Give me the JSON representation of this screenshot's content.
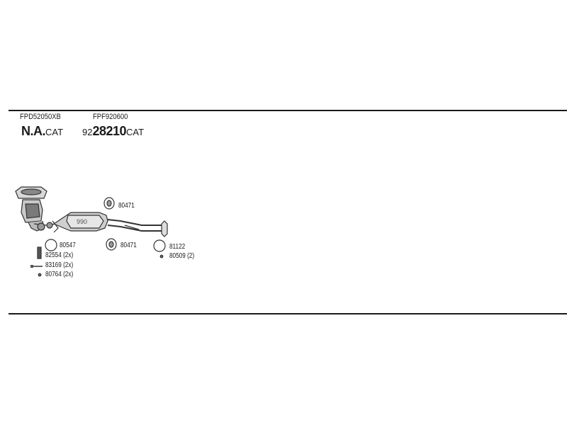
{
  "header": {
    "left_code": "FPD52050XB",
    "left_main": "N.A.",
    "left_suffix": "CAT",
    "right_code": "FPF920600",
    "right_prefix": "92",
    "right_main": "28210",
    "right_suffix": "CAT"
  },
  "parts": {
    "gasket_a": "80547",
    "clamp_82554": "82554 (2x)",
    "bolt_83169": "83169 (2x)",
    "nut_80764": "80764 (2x)",
    "hanger_top": "80471",
    "hanger_bottom": "80471",
    "ring_81122": "81122",
    "nut_80509": "80509 (2)"
  }
}
